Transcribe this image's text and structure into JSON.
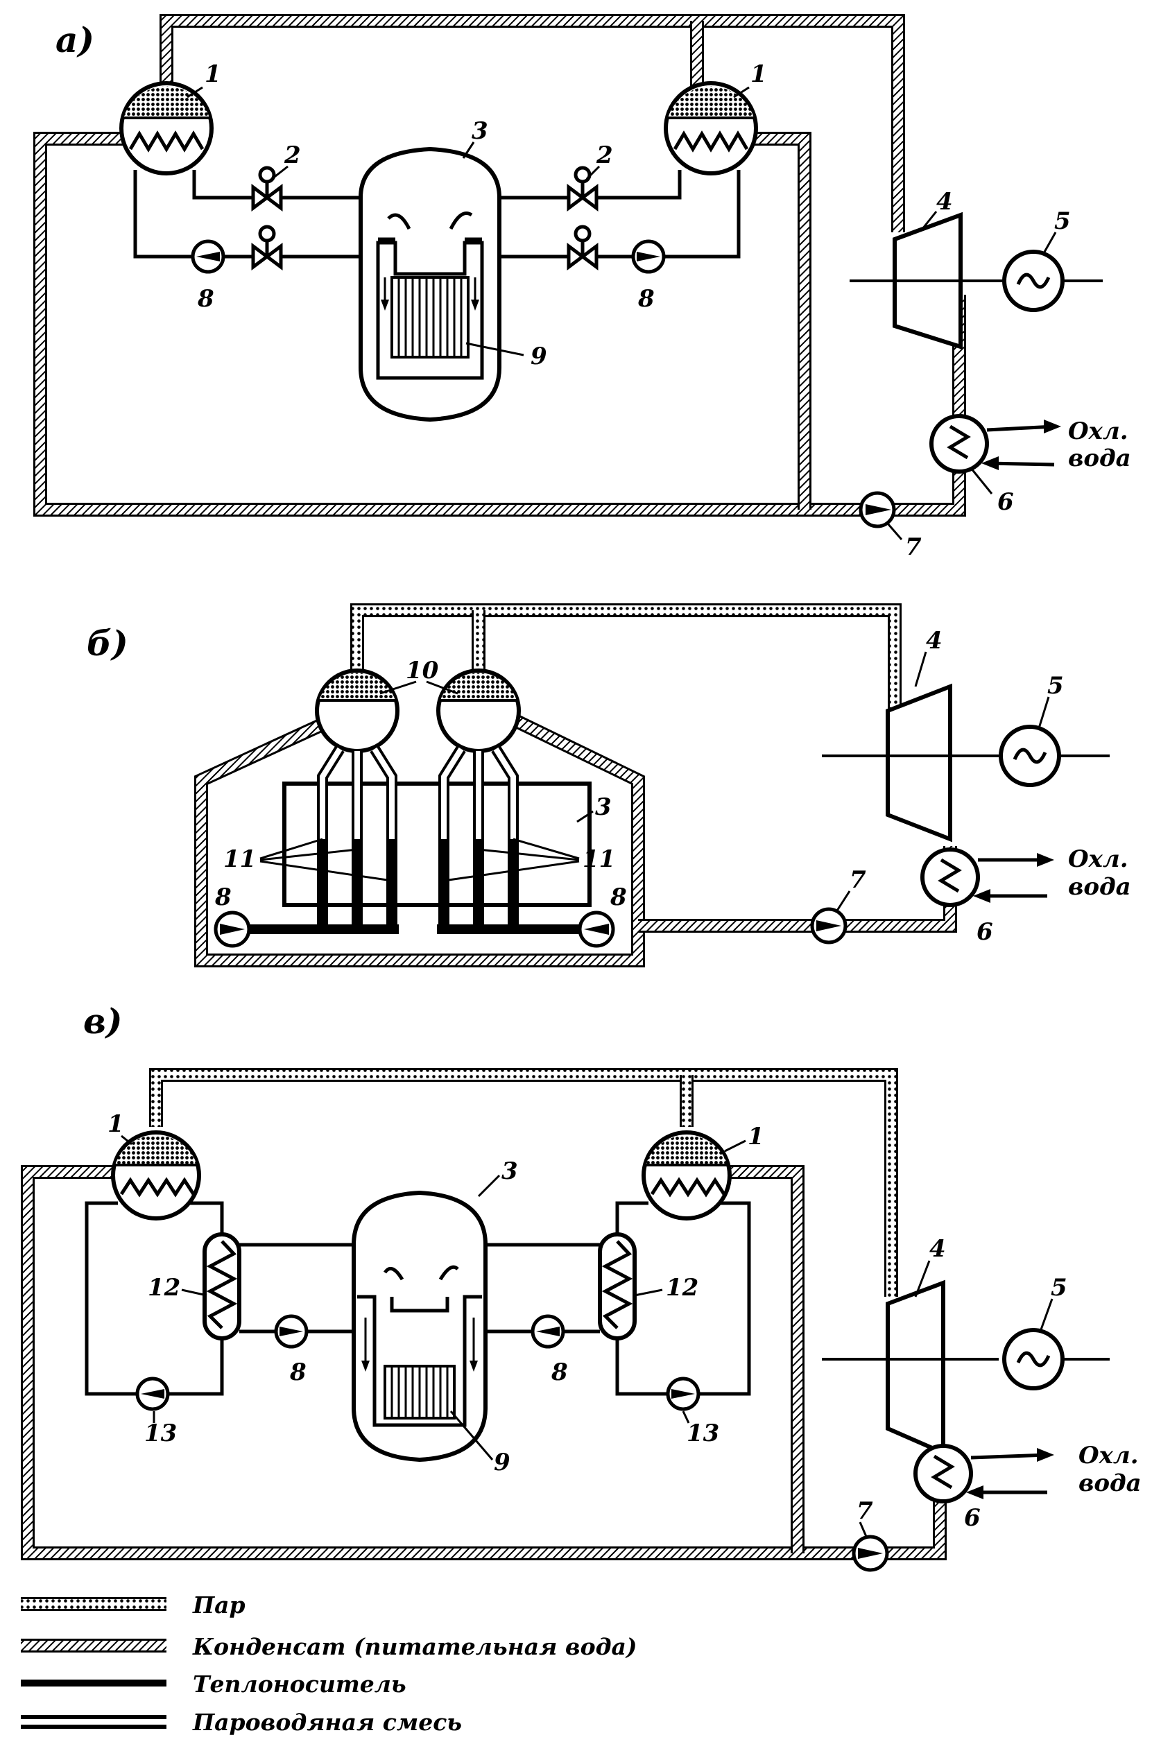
{
  "diagram": {
    "panels": [
      {
        "key": "a",
        "label": "а)"
      },
      {
        "key": "b",
        "label": "б)"
      },
      {
        "key": "c",
        "label": "в)"
      }
    ],
    "component_numbers": {
      "n1": "1",
      "n2": "2",
      "n3": "3",
      "n4": "4",
      "n5": "5",
      "n6": "6",
      "n7": "7",
      "n8": "8",
      "n9": "9",
      "n10": "10",
      "n11": "11",
      "n12": "12",
      "n13": "13"
    },
    "cooling_water": {
      "line1": "Охл.",
      "line2": "вода"
    },
    "legend": [
      {
        "style": "steam",
        "label": "Пар"
      },
      {
        "style": "condensate",
        "label": "Конденсат (питательная вода)"
      },
      {
        "style": "coolant",
        "label": "Теплоноситель"
      },
      {
        "style": "mixture",
        "label": "Пароводяная смесь"
      }
    ]
  }
}
